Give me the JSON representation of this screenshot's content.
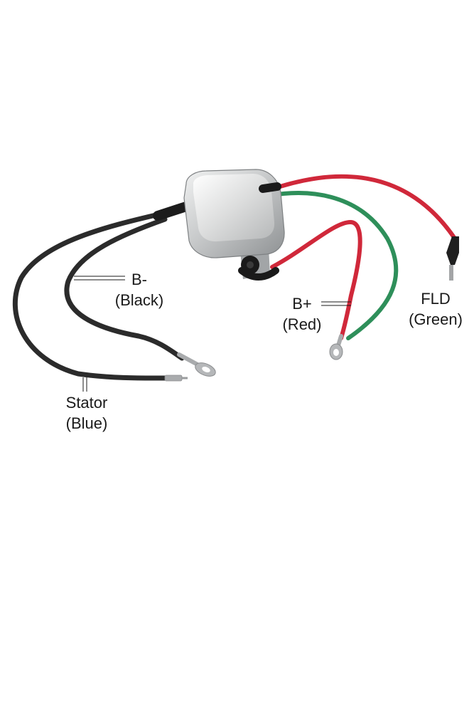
{
  "labels": {
    "b_minus": {
      "line1": "B-",
      "line2": "(Black)"
    },
    "stator": {
      "line1": "Stator",
      "line2": "(Blue)"
    },
    "b_plus": {
      "line1": "B+",
      "line2": "(Red)"
    },
    "fld": {
      "line1": "FLD",
      "line2": "(Green)"
    }
  },
  "colors": {
    "black_wire": "#2b2b2b",
    "red_wire": "#d0283a",
    "green_wire": "#2e8f5a",
    "housing": "#c9cbcc"
  }
}
